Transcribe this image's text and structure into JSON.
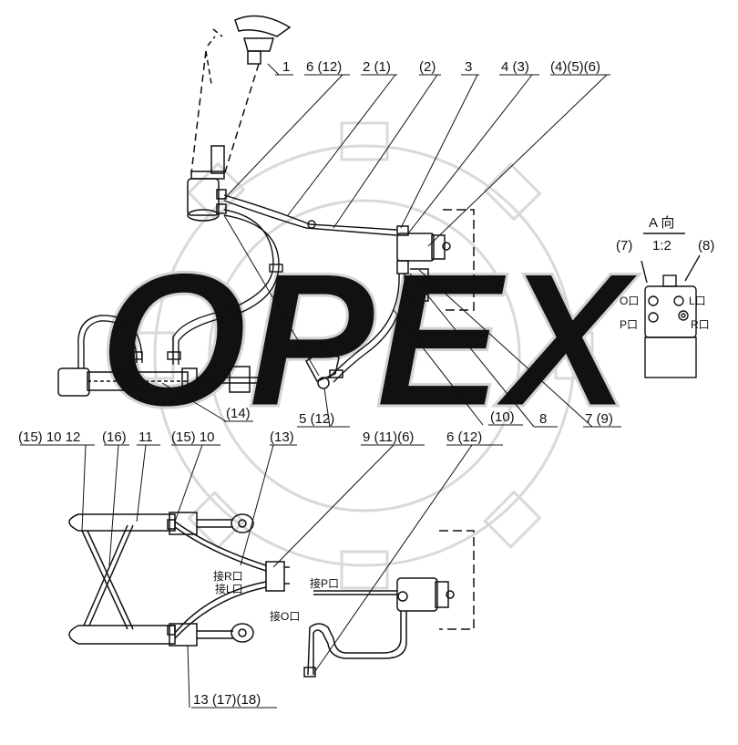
{
  "watermark": {
    "text": "OPEX",
    "color": "#d9d9d9"
  },
  "colors": {
    "line": "#111111",
    "background": "#ffffff"
  },
  "callouts_top": {
    "c1": "1",
    "c6_12": "6 (12)",
    "c2_1": "2 (1)",
    "c_2": "(2)",
    "c3": "3",
    "c4_3": "4 (3)",
    "c4_5_6": "(4)(5)(6)",
    "c14": "(14)",
    "c5_12": "5 (12)",
    "c10": "(10)",
    "c8": "8",
    "c7_9": "7 (9)"
  },
  "view_a": {
    "title": "A 向",
    "scale": "1:2",
    "label_7": "(7)",
    "label_8": "(8)",
    "port_o": "O口",
    "port_l": "L口",
    "port_p": "P口",
    "port_r": "R口"
  },
  "callouts_bottom": {
    "c15_10_12": "(15) 10 12",
    "c16": "(16)",
    "c11": "11",
    "c15_10": "(15) 10",
    "c13": "(13)",
    "c9_11_6": "9 (11)(6)",
    "c6_12": "6 (12)",
    "conn_r": "接R口",
    "conn_l": "接L口",
    "conn_p": "接P口",
    "conn_o": "接O口",
    "c13_17_18": "13 (17)(18)"
  }
}
